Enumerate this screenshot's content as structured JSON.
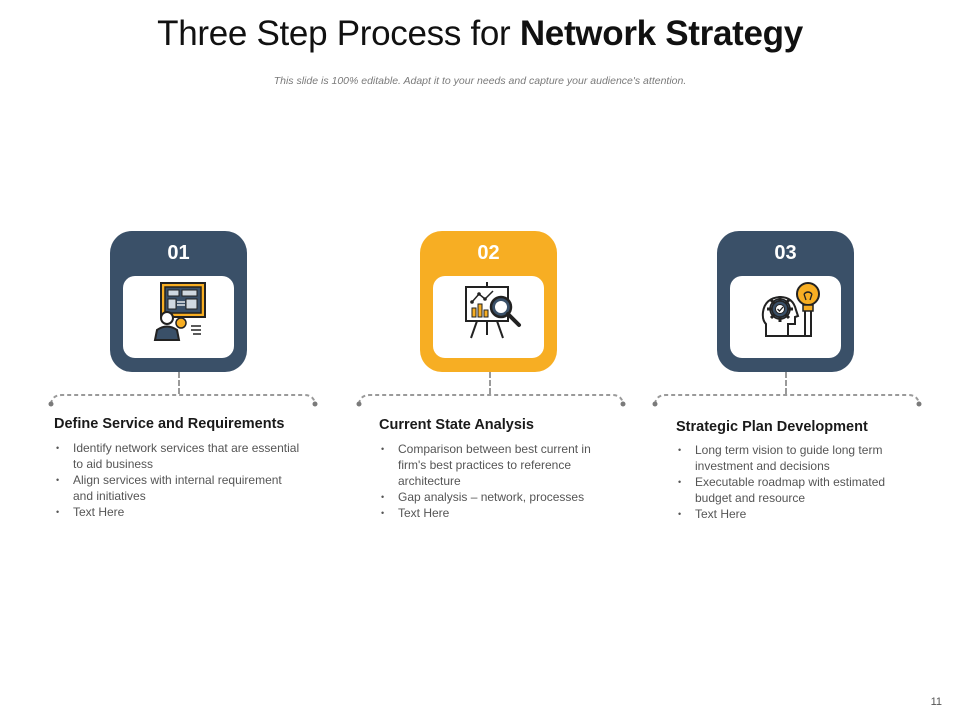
{
  "slide": {
    "title_regular": "Three Step Process for ",
    "title_bold": "Network Strategy",
    "subtitle": "This slide is 100% editable. Adapt it to your needs and capture your audience's attention.",
    "page_number": "11"
  },
  "colors": {
    "navy": "#3a5068",
    "amber": "#f7ae23",
    "connector": "#9a9a9a"
  },
  "steps": [
    {
      "number": "01",
      "icon": "presentation-board-person-icon",
      "heading": "Define Service and Requirements",
      "bullets": [
        "Identify network services that are essential to aid business",
        "Align services with internal requirement and initiatives",
        "Text Here"
      ]
    },
    {
      "number": "02",
      "icon": "chart-analysis-magnifier-icon",
      "heading": "Current State Analysis",
      "bullets": [
        "Comparison between best current in firm's best practices to reference architecture",
        "Gap analysis – network, processes",
        "Text Here"
      ]
    },
    {
      "number": "03",
      "icon": "head-gear-lightbulb-icon",
      "heading": "Strategic Plan Development",
      "bullets": [
        "Long term vision to guide long term investment and  decisions",
        "Executable roadmap  with estimated budget and resource",
        "Text Here"
      ]
    }
  ]
}
